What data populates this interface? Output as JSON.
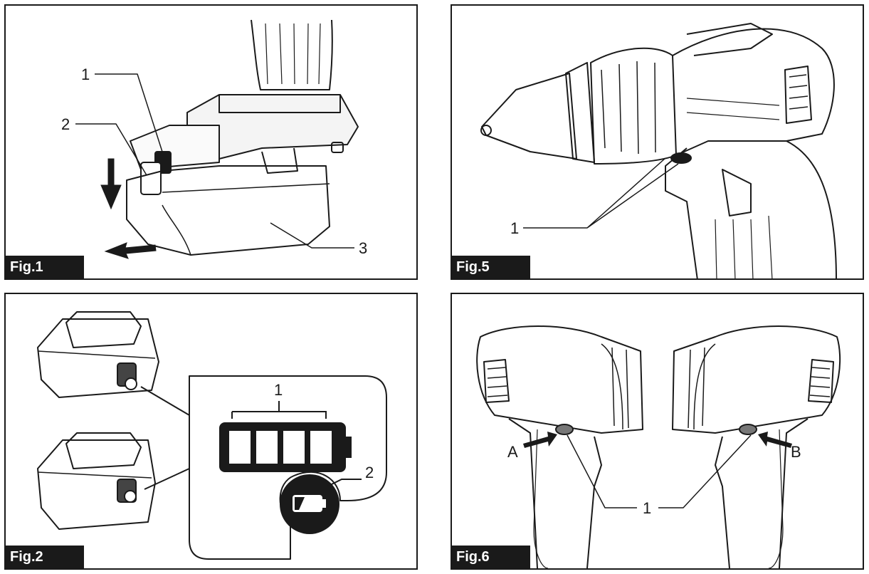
{
  "figures": [
    {
      "tag": "Fig.1",
      "callouts": [
        "1",
        "2",
        "3"
      ]
    },
    {
      "tag": "Fig.5",
      "callouts": [
        "1"
      ]
    },
    {
      "tag": "Fig.2",
      "callouts": [
        "1",
        "2"
      ]
    },
    {
      "tag": "Fig.6",
      "callouts": [
        "1",
        "A",
        "B"
      ]
    }
  ]
}
